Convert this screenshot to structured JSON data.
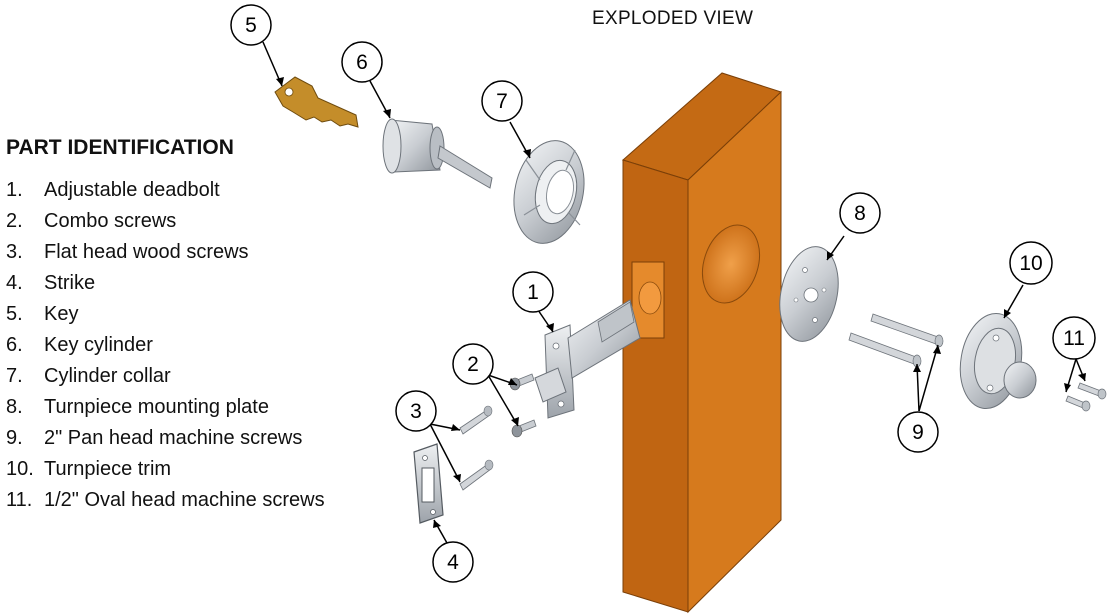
{
  "title": "EXPLODED VIEW",
  "parts_heading": "PART IDENTIFICATION",
  "parts": [
    {
      "num": "1.",
      "label": "Adjustable deadbolt"
    },
    {
      "num": "2.",
      "label": "Combo screws"
    },
    {
      "num": "3.",
      "label": "Flat head wood screws"
    },
    {
      "num": "4.",
      "label": "Strike"
    },
    {
      "num": "5.",
      "label": "Key"
    },
    {
      "num": "6.",
      "label": "Key cylinder"
    },
    {
      "num": "7.",
      "label": "Cylinder collar"
    },
    {
      "num": "8.",
      "label": "Turnpiece mounting plate"
    },
    {
      "num": "9.",
      "label": "2\" Pan head machine screws"
    },
    {
      "num": "10.",
      "label": "Turnpiece trim"
    },
    {
      "num": "11.",
      "label": "1/2\" Oval head machine screws"
    }
  ],
  "callouts": {
    "c1": "1",
    "c2": "2",
    "c3": "3",
    "c4": "4",
    "c5": "5",
    "c6": "6",
    "c7": "7",
    "c8": "8",
    "c9": "9",
    "c10": "10",
    "c11": "11"
  },
  "colors": {
    "door_front": "#d87b1e",
    "door_side": "#b6610f",
    "door_top": "#c76d15",
    "brass_key": "#c7902a",
    "metal": "#cfd3d8",
    "metal_dark": "#8e949b"
  }
}
